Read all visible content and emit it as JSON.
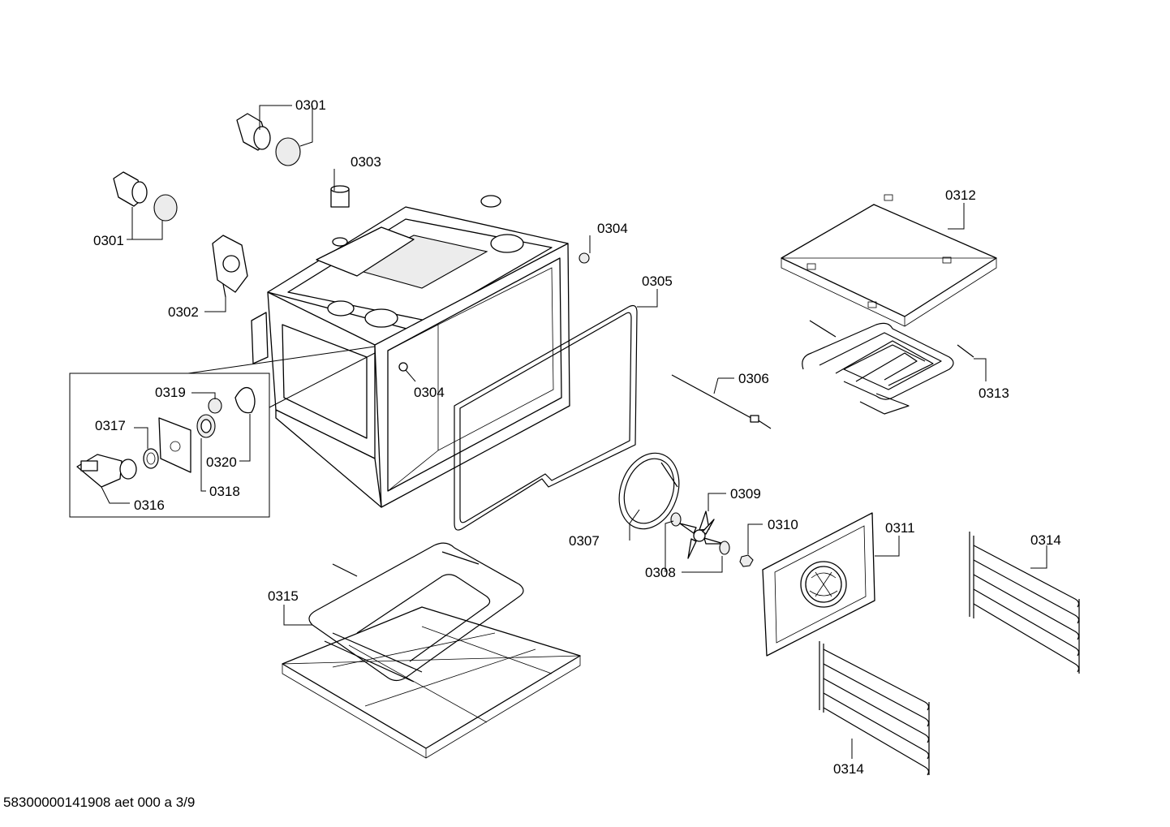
{
  "footer": "58300000141908 aet 000 a 3/9",
  "parts": {
    "lamp_upper": "0301",
    "lamp_lower": "0301",
    "fan_motor": "0302",
    "sensor_fitting": "0303",
    "screw_right": "0304",
    "screw_front": "0304",
    "door_seal": "0305",
    "temp_sensor": "0306",
    "ring_heater": "0307",
    "washer": "0308",
    "fan_wheel": "0309",
    "nut": "0310",
    "rear_cover": "0311",
    "top_cover": "0312",
    "top_heater": "0313",
    "shelf_support_right": "0314",
    "shelf_support_left": "0314",
    "bottom_heater": "0315",
    "lock_bracket": "0316",
    "seal_ring": "0317",
    "bushing": "0318",
    "grommet": "0319",
    "cam": "0320"
  }
}
